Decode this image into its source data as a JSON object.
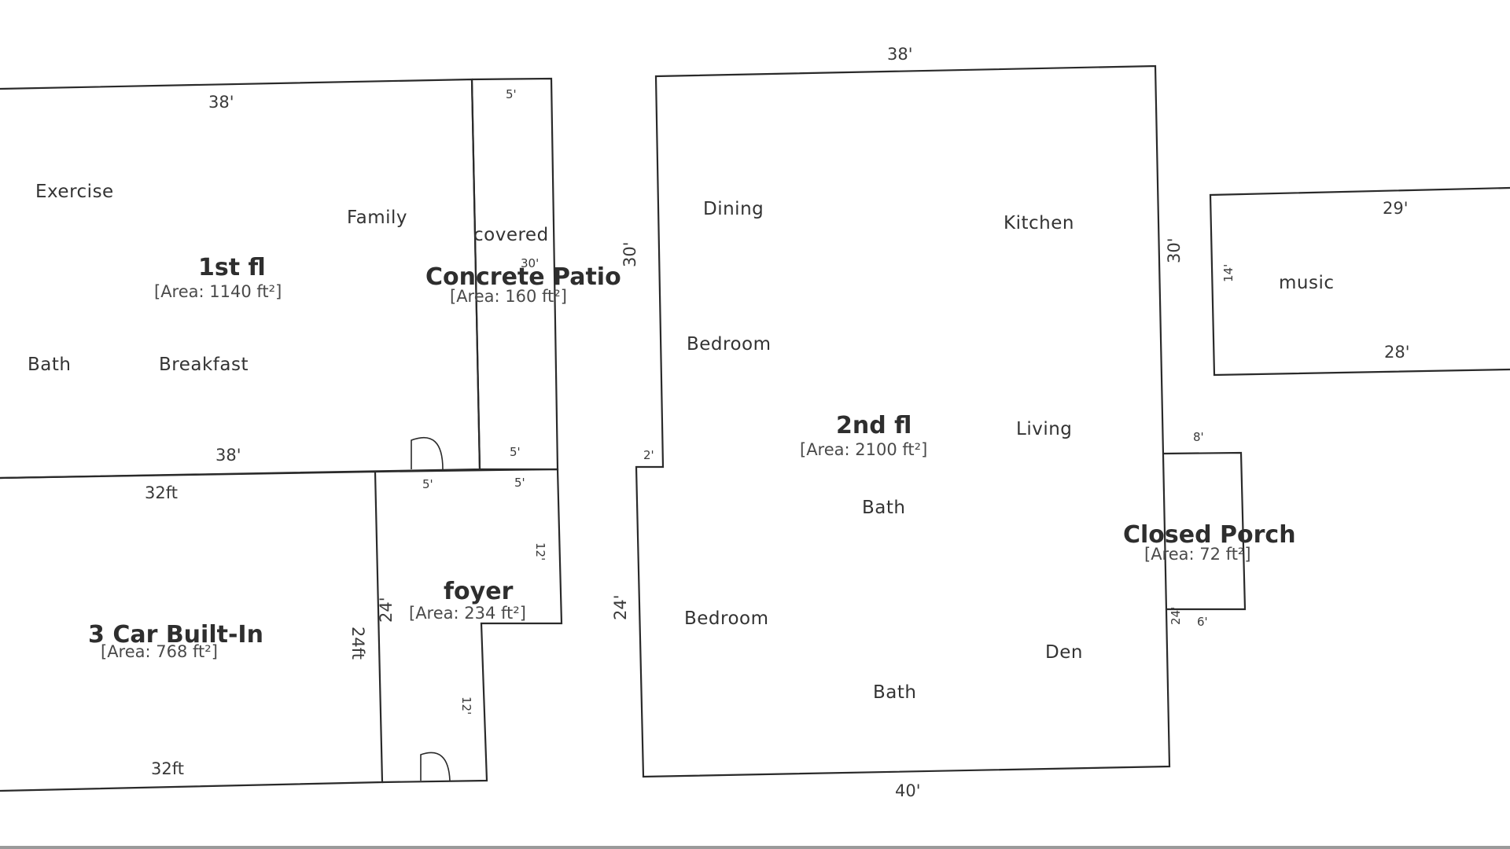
{
  "floor_plan": {
    "wings": {
      "first_floor": {
        "title": "1st fl",
        "area": "[Area: 1140 ft²]",
        "rooms": [
          "Exercise",
          "Family",
          "Bath",
          "Breakfast"
        ],
        "dims": {
          "top": "38'",
          "bottom": "38'"
        }
      },
      "covered_patio": {
        "title": "Concrete Patio",
        "sub": "covered",
        "area": "[Area: 160 ft²]",
        "dims": {
          "top": "5'",
          "side": "30'",
          "bottom": "5'"
        }
      },
      "garage": {
        "title": "3 Car Built-In",
        "area": "[Area: 768 ft²]",
        "dims": {
          "top": "32ft",
          "bottom": "32ft",
          "right": "24ft"
        }
      },
      "foyer": {
        "title": "foyer",
        "area": "[Area: 234 ft²]",
        "dims": {
          "top_left": "5'",
          "top_right": "5'",
          "left": "24'",
          "right": "12'",
          "lower": "12'"
        }
      },
      "second_floor": {
        "title": "2nd fl",
        "area": "[Area: 2100 ft²]",
        "rooms": [
          "Dining",
          "Kitchen",
          "Bedroom",
          "Living",
          "Bath",
          "Bedroom",
          "Den",
          "Bath"
        ],
        "dims": {
          "top": "38'",
          "bottom": "40'",
          "left_upper": "30'",
          "left_lower": "24'",
          "right": "30'",
          "notch": "2'"
        }
      },
      "music": {
        "title": "music",
        "dims": {
          "top": "29'",
          "bottom": "28'",
          "left": "14'"
        }
      },
      "closed_porch": {
        "title": "Closed Porch",
        "area": "[Area: 72 ft²]",
        "dims": {
          "top": "8'",
          "side": "24'",
          "bottom": "6'"
        }
      }
    }
  }
}
